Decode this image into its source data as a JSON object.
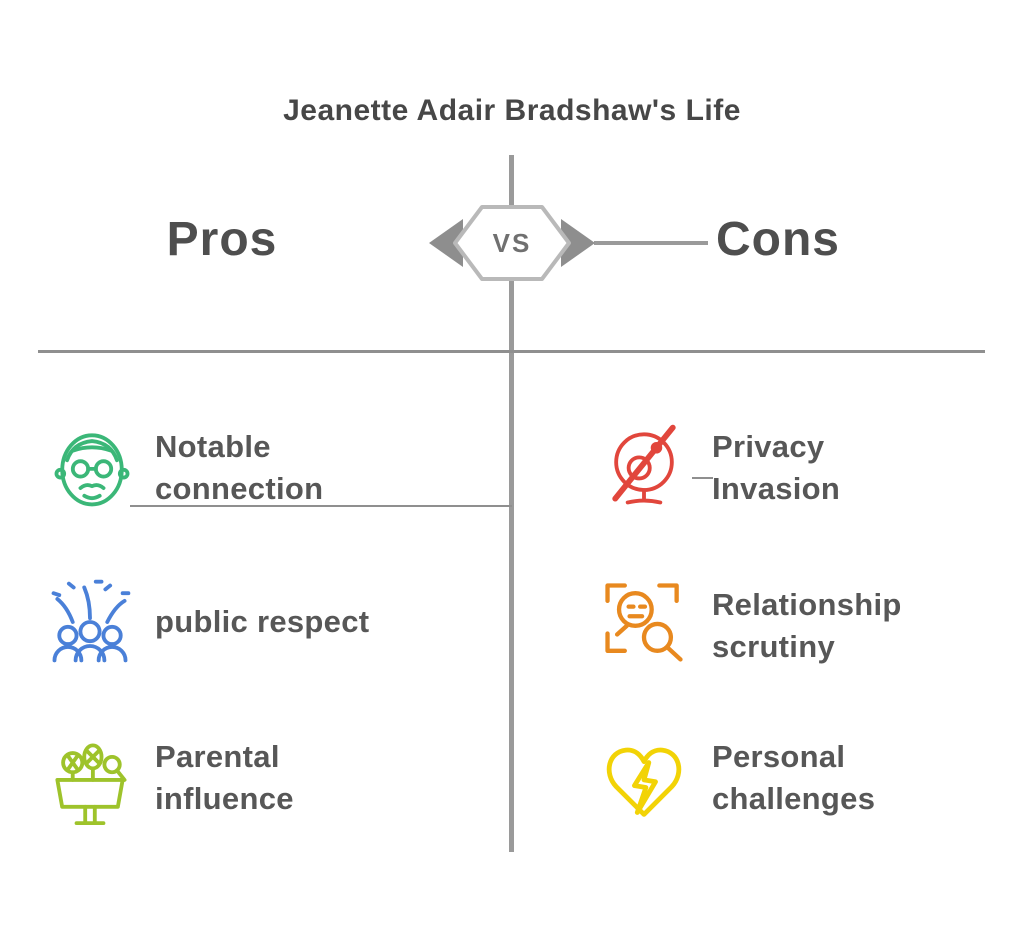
{
  "title": "Jeanette Adair Bradshaw's Life",
  "versus": {
    "badge_label": "VS",
    "left_column": "Pros",
    "right_column": "Cons"
  },
  "pros": [
    {
      "line1": "Notable",
      "line2": "connection",
      "icon": "famous-man-face-icon",
      "color": "#3bb778"
    },
    {
      "line1": "public respect",
      "line2": "",
      "icon": "cheering-crowd-icon",
      "color": "#4a80d8"
    },
    {
      "line1": "Parental",
      "line2": "influence",
      "icon": "podium-microphones-icon",
      "color": "#9ec32b"
    }
  ],
  "cons": [
    {
      "line1": "Privacy",
      "line2": "Invasion",
      "icon": "no-webcam-icon",
      "color": "#e1463c"
    },
    {
      "line1": "Relationship",
      "line2": "scrutiny",
      "icon": "face-scan-icon",
      "color": "#e8891f"
    },
    {
      "line1": "Personal",
      "line2": "challenges",
      "icon": "heartbreak-icon",
      "color": "#f2d306"
    }
  ],
  "colors": {
    "background": "#ffffff",
    "title_text": "#474747",
    "header_text": "#4e4e4e",
    "item_text": "#575757",
    "line_gray": "#8f8f8f",
    "badge_border": "#b9b9b9",
    "badge_arrow": "#8e8e8e",
    "vs_text": "#707070"
  }
}
